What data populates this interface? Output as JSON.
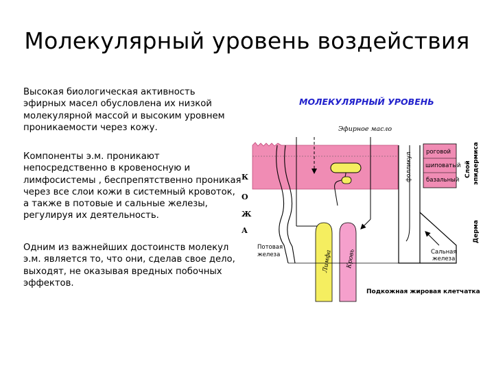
{
  "slide": {
    "title": "Молекулярный уровень воздействия",
    "paragraphs": [
      {
        "lines": [
          "   Высокая биологическая активность",
          "эфирных масел обусловлена их низкой",
          "молекулярной массой и высоким уровнем",
          "проникаемости через кожу."
        ]
      },
      {
        "lines": [
          "   Компоненты э.м. проникают",
          "непосредственно в кровеносную и",
          "лимфосистемы , беспрепятственно проникая",
          "через все слои кожи в системный кровоток,",
          "а также в потовые и сальные железы,",
          "регулируя их деятельность."
        ]
      },
      {
        "lines": [
          "   Одним из важнейших достоинств молекул",
          "э.м. является то, что они,  сделав свое дело,",
          "выходят, не оказывая вредных побочных",
          "эффектов."
        ]
      }
    ]
  },
  "diagram": {
    "title": "МОЛЕКУЛЯРНЫЙ УРОВЕНЬ",
    "oil_label": "Эфирное   масло",
    "side_letters": [
      "К",
      "О",
      "Ж",
      "А"
    ],
    "layers": [
      "роговой",
      "шиповатый",
      "базальный"
    ],
    "follicle_label": "фолликул",
    "epidermis_label": "Слой эпидермиса",
    "dermis_label": "Дерма",
    "sweat_gland_label": [
      "Потовая",
      "железа"
    ],
    "lymph_label": "Лимфа",
    "blood_label": "Кровь",
    "sebaceous_label": [
      "Сальная",
      "железа"
    ],
    "subcutaneous_label": "Подкожная жировая клетчатка",
    "colors": {
      "title_blue": "#2222cc",
      "skin_pink": "#f08cb4",
      "lymph_yellow": "#f5ee60",
      "blood_pink": "#f5a0cc",
      "oil_yellow": "#f5ee60"
    }
  }
}
